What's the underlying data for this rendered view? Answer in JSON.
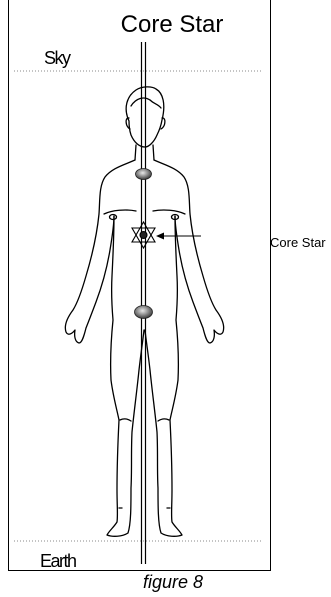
{
  "title": "Core Star",
  "labels": {
    "sky": "Sky",
    "earth": "Earth",
    "core_star": "Core Star"
  },
  "caption": "figure 8"
}
